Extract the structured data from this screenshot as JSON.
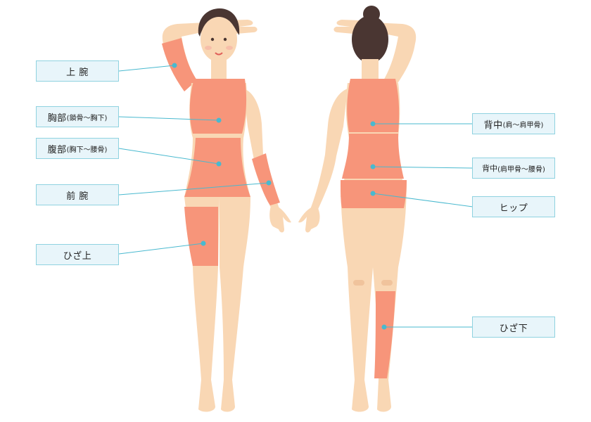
{
  "colors": {
    "skin": "#f9d7b4",
    "skin_shadow": "#f0c39c",
    "zone": "#f7957a",
    "hair": "#4a3632",
    "connector": "#49b9cf",
    "label_bg": "#e8f5fa",
    "label_border": "#8fd2e0"
  },
  "labels": {
    "upper_arm": {
      "main": "上 腕",
      "sub": ""
    },
    "chest": {
      "main": "胸部",
      "sub": "(鎖骨〜胸下)"
    },
    "abdomen": {
      "main": "腹部",
      "sub": "(胸下〜腰骨)"
    },
    "forearm": {
      "main": "前 腕",
      "sub": ""
    },
    "above_knee": {
      "main": "ひざ上",
      "sub": ""
    },
    "upper_back": {
      "main": "背中",
      "sub": "(肩〜肩甲骨)"
    },
    "lower_back": {
      "main": "背中",
      "sub": "(肩甲骨〜腰骨)"
    },
    "hip": {
      "main": "ヒップ",
      "sub": ""
    },
    "below_knee": {
      "main": "ひざ下",
      "sub": ""
    }
  }
}
